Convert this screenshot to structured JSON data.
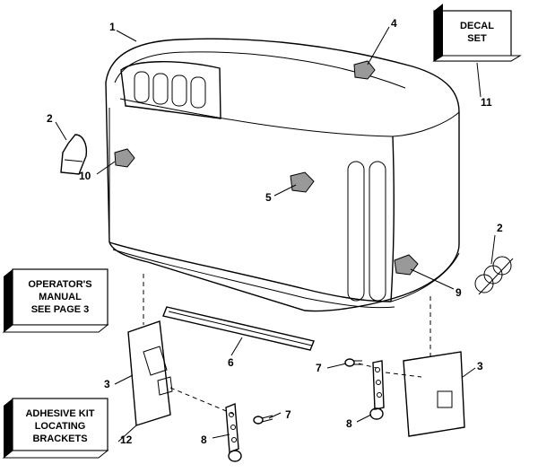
{
  "callouts": {
    "c1": "1",
    "c2a": "2",
    "c2b": "2",
    "c3a": "3",
    "c3b": "3",
    "c4": "4",
    "c5": "5",
    "c6": "6",
    "c7a": "7",
    "c7b": "7",
    "c8a": "8",
    "c8b": "8",
    "c9": "9",
    "c10": "10",
    "c11": "11",
    "c12": "12"
  },
  "boxes": {
    "decal": [
      "DECAL",
      "SET"
    ],
    "manual": [
      "OPERATOR'S",
      "MANUAL",
      "SEE PAGE 3"
    ],
    "adhesive": [
      "ADHESIVE KIT",
      "LOCATING",
      "BRACKETS"
    ]
  }
}
